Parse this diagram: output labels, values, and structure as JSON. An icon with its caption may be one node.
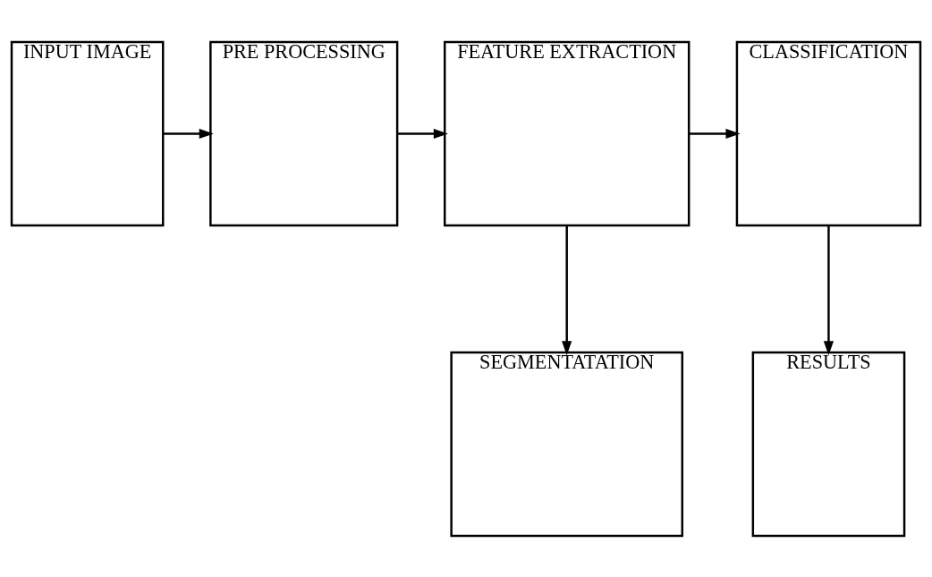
{
  "diagram": {
    "nodes": [
      {
        "text": [
          "INPUT IMAGE"
        ]
      },
      {
        "text": [
          "PRE PROCESSING"
        ]
      },
      {
        "text": [
          "FEATURE EXTRACTION"
        ]
      },
      {
        "text": [
          "CLASSIFICATION"
        ]
      },
      {
        "text": [
          "SEGMENTATATION"
        ]
      },
      {
        "text": [
          "RESULTS"
        ]
      }
    ],
    "edges": [
      {
        "from": 0,
        "to": 1,
        "arrow": "to"
      },
      {
        "from": 1,
        "to": 2,
        "arrow": "to"
      },
      {
        "from": 2,
        "to": 3,
        "arrow": "to"
      },
      {
        "from": 2,
        "to": 4,
        "arrow": "to"
      },
      {
        "from": 3,
        "to": 5,
        "arrow": "to"
      }
    ]
  }
}
